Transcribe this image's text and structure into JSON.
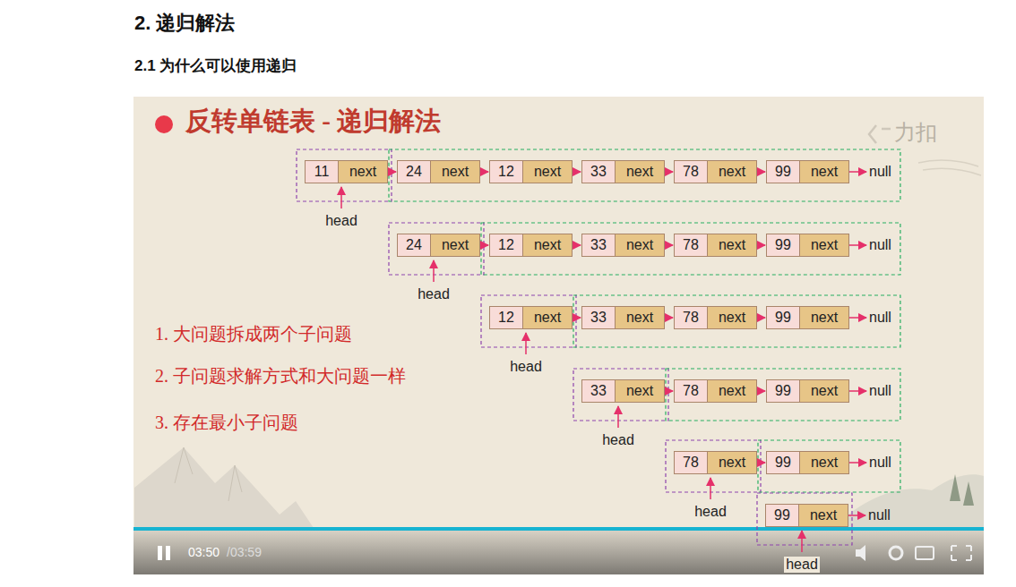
{
  "diagram": {
    "title": "2. 递归解法",
    "nodes": [
      {
        "text": [
          "11",
          "next"
        ]
      },
      {
        "text": [
          "24",
          "next"
        ]
      },
      {
        "text": [
          "12",
          "next"
        ]
      },
      {
        "text": [
          "33",
          "next"
        ]
      },
      {
        "text": [
          "78",
          "next"
        ]
      },
      {
        "text": [
          "99",
          "next"
        ]
      },
      {
        "text": [
          "24",
          "next"
        ]
      },
      {
        "text": [
          "12",
          "next"
        ]
      },
      {
        "text": [
          "33",
          "next"
        ]
      },
      {
        "text": [
          "78",
          "next"
        ]
      },
      {
        "text": [
          "99",
          "next"
        ]
      },
      {
        "text": [
          "12",
          "next"
        ]
      },
      {
        "text": [
          "33",
          "next"
        ]
      },
      {
        "text": [
          "78",
          "next"
        ]
      },
      {
        "text": [
          "99",
          "next"
        ]
      },
      {
        "text": [
          "33",
          "next"
        ]
      },
      {
        "text": [
          "78",
          "next"
        ]
      },
      {
        "text": [
          "99",
          "next"
        ]
      },
      {
        "text": [
          "78",
          "next"
        ]
      },
      {
        "text": [
          "99",
          "next"
        ]
      },
      {
        "text": [
          "99",
          "next"
        ]
      }
    ],
    "edges": [
      {
        "from": 0,
        "to": 1,
        "arrow": "to"
      },
      {
        "from": 1,
        "to": 2,
        "arrow": "to"
      },
      {
        "from": 2,
        "to": 3,
        "arrow": "to"
      },
      {
        "from": 3,
        "to": 4,
        "arrow": "to"
      },
      {
        "from": 4,
        "to": 5,
        "arrow": "to"
      },
      {
        "from": 6,
        "to": 7,
        "arrow": "to"
      },
      {
        "from": 7,
        "to": 8,
        "arrow": "to"
      },
      {
        "from": 8,
        "to": 9,
        "arrow": "to"
      },
      {
        "from": 9,
        "to": 10,
        "arrow": "to"
      },
      {
        "from": 11,
        "to": 12,
        "arrow": "to"
      },
      {
        "from": 12,
        "to": 13,
        "arrow": "to"
      },
      {
        "from": 13,
        "to": 14,
        "arrow": "to"
      },
      {
        "from": 15,
        "to": 16,
        "arrow": "to"
      },
      {
        "from": 16,
        "to": 17,
        "arrow": "to"
      },
      {
        "from": 18,
        "to": 19,
        "arrow": "to"
      }
    ],
    "labels": [
      "2.1 为什么可以使用递归",
      "反转单链表 - 递归解法",
      "力扣",
      "null",
      "head",
      "null",
      "head",
      "null",
      "head",
      "null",
      "head",
      "null",
      "head",
      "null",
      "head",
      "1. 大问题拆成两个子问题",
      "2. 子问题求解方式和大问题一样",
      "3. 存在最小子问题",
      "03:50",
      "/03:59"
    ]
  }
}
